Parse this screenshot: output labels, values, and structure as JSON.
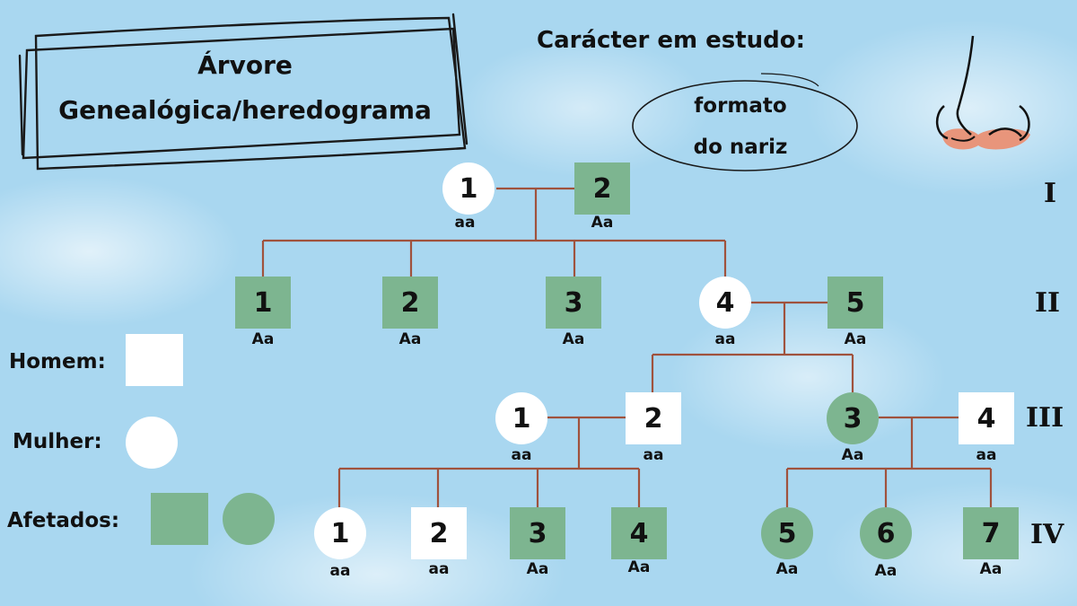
{
  "title": {
    "line1": "Árvore",
    "line2": "Genealógica/heredograma"
  },
  "character": {
    "title": "Carácter em estudo:",
    "line1": "formato",
    "line2": "do nariz"
  },
  "nose_icon": "nose-icon",
  "colors": {
    "affected": "#7db590",
    "healthy": "#ffffff",
    "lines": "#a0523d",
    "background": "#a9d7f0"
  },
  "legend": {
    "man": "Homem:",
    "woman": "Mulher:",
    "affected": "Afetados:"
  },
  "generations": [
    "I",
    "II",
    "III",
    "IV"
  ],
  "individuals": {
    "I1": {
      "label": "1",
      "sex": "female",
      "affected": false,
      "genotype": "aa"
    },
    "I2": {
      "label": "2",
      "sex": "male",
      "affected": true,
      "genotype": "Aa"
    },
    "II1": {
      "label": "1",
      "sex": "male",
      "affected": true,
      "genotype": "Aa"
    },
    "II2": {
      "label": "2",
      "sex": "male",
      "affected": true,
      "genotype": "Aa"
    },
    "II3": {
      "label": "3",
      "sex": "male",
      "affected": true,
      "genotype": "Aa"
    },
    "II4": {
      "label": "4",
      "sex": "female",
      "affected": false,
      "genotype": "aa"
    },
    "II5": {
      "label": "5",
      "sex": "male",
      "affected": true,
      "genotype": "Aa"
    },
    "III1": {
      "label": "1",
      "sex": "female",
      "affected": false,
      "genotype": "aa"
    },
    "III2": {
      "label": "2",
      "sex": "male",
      "affected": false,
      "genotype": "aa"
    },
    "III3": {
      "label": "3",
      "sex": "female",
      "affected": true,
      "genotype": "Aa"
    },
    "III4": {
      "label": "4",
      "sex": "male",
      "affected": false,
      "genotype": "aa"
    },
    "IV1": {
      "label": "1",
      "sex": "female",
      "affected": false,
      "genotype": "aa"
    },
    "IV2": {
      "label": "2",
      "sex": "male",
      "affected": false,
      "genotype": "aa"
    },
    "IV3": {
      "label": "3",
      "sex": "male",
      "affected": true,
      "genotype": "Aa"
    },
    "IV4": {
      "label": "4",
      "sex": "male",
      "affected": true,
      "genotype": "Aa"
    },
    "IV5": {
      "label": "5",
      "sex": "female",
      "affected": true,
      "genotype": "Aa"
    },
    "IV6": {
      "label": "6",
      "sex": "female",
      "affected": true,
      "genotype": "Aa"
    },
    "IV7": {
      "label": "7",
      "sex": "male",
      "affected": true,
      "genotype": "Aa"
    }
  }
}
